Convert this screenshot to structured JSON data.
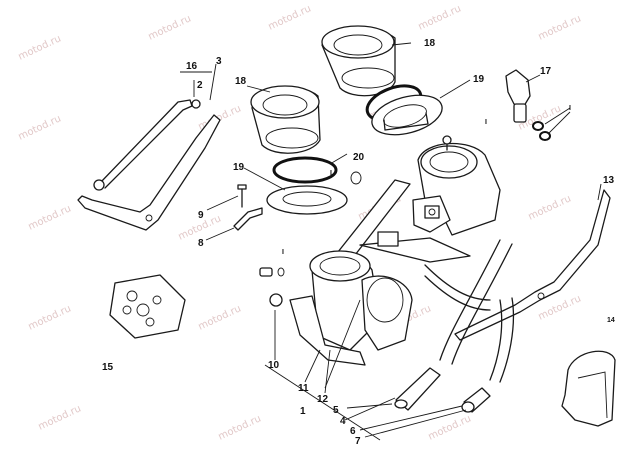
{
  "watermark": "motod.ru",
  "callouts": {
    "c1": "1",
    "c2": "2",
    "c3": "3",
    "c4": "4",
    "c5": "5",
    "c6": "6",
    "c7": "7",
    "c8": "8",
    "c9": "9",
    "c10": "10",
    "c11": "11",
    "c12": "12",
    "c13": "13",
    "c14": "14",
    "c15": "15",
    "c16": "16",
    "c17": "17",
    "c18a": "18",
    "c18b": "18",
    "c19a": "19",
    "c19b": "19",
    "c20": "20"
  },
  "ref_marks": {
    "r1": "I",
    "r2": "I",
    "r3": "I",
    "r4": "I"
  }
}
